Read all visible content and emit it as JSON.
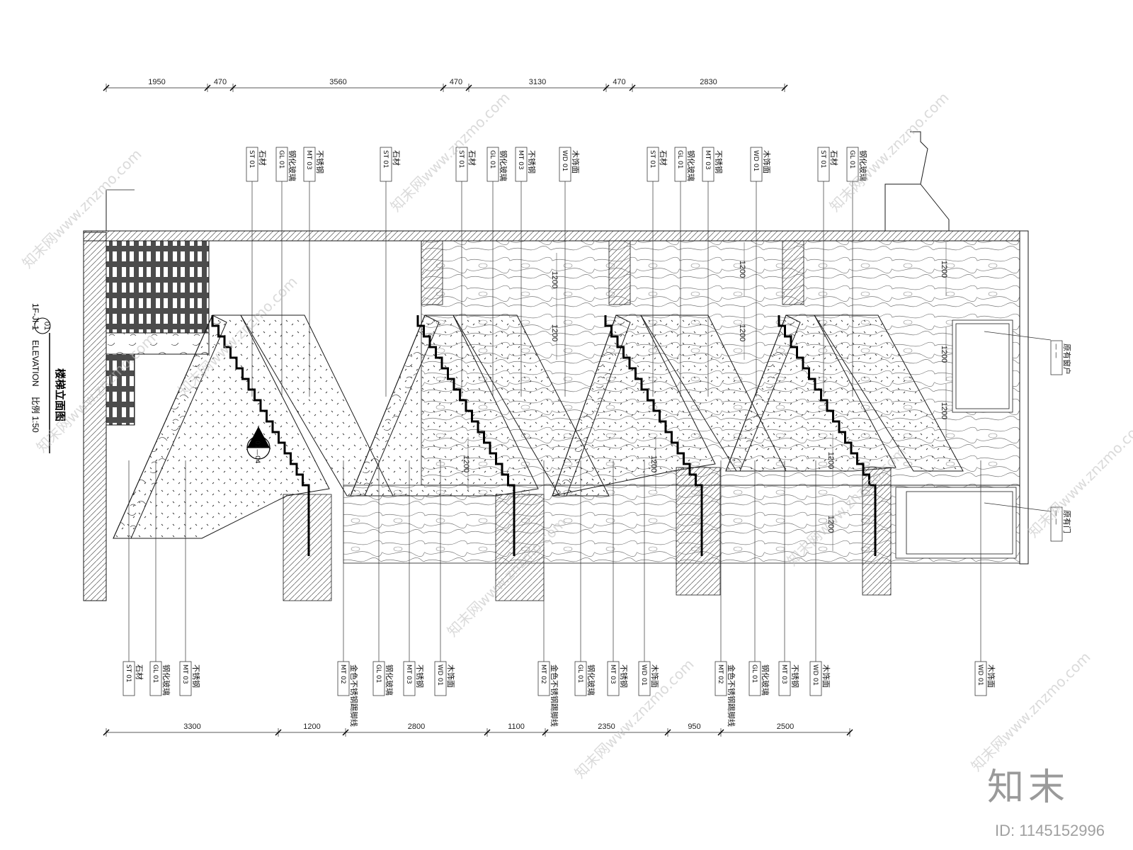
{
  "title": {
    "name": "楼梯立面图",
    "scale": "比例 1:50",
    "drawing_no": "01",
    "ref": "1F-JI-1",
    "subtitle": "ELEVATION"
  },
  "section_mark": {
    "num": "01",
    "ref": "—04"
  },
  "top_dims": [
    "1950",
    "470",
    "3560",
    "470",
    "3130",
    "470",
    "2830"
  ],
  "bottom_dims": [
    "3300",
    "1200",
    "2800",
    "1100",
    "2350",
    "950",
    "2500"
  ],
  "inner_dims": [
    "1200",
    "1200",
    "1200",
    "1200",
    "1200",
    "1200",
    "1200",
    "1200",
    "1200",
    "1200",
    "1200"
  ],
  "top_tags": [
    {
      "codes": [
        "ST 01",
        "GL 01",
        "MT 03"
      ],
      "names": [
        "石材",
        "钢化玻璃",
        "不锈钢"
      ]
    },
    {
      "codes": [
        "ST 01"
      ],
      "names": [
        "石材"
      ]
    },
    {
      "codes": [
        "ST 01",
        "GL 01",
        "MT 03",
        "WD 01"
      ],
      "names": [
        "石材",
        "钢化玻璃",
        "不锈钢",
        "木饰面"
      ]
    },
    {
      "codes": [
        "ST 01",
        "GL 01",
        "MT 03",
        "WD 01"
      ],
      "names": [
        "石材",
        "钢化玻璃",
        "不锈钢",
        "木饰面"
      ]
    },
    {
      "codes": [
        "ST 01",
        "GL 01"
      ],
      "names": [
        "石材",
        "钢化玻璃"
      ]
    }
  ],
  "bottom_tags": [
    {
      "codes": [
        "ST 01",
        "GL 01",
        "MT 03"
      ],
      "names": [
        "石材",
        "钢化玻璃",
        "不锈钢"
      ]
    },
    {
      "codes": [
        "MT 02",
        "GL 01",
        "MT 03",
        "WD 01"
      ],
      "names": [
        "金色不锈钢踢脚线",
        "钢化玻璃",
        "不锈钢",
        "木饰面"
      ]
    },
    {
      "codes": [
        "MT 02",
        "GL 01",
        "MT 03",
        "WD 01"
      ],
      "names": [
        "金色不锈钢踢脚线",
        "钢化玻璃",
        "不锈钢",
        "木饰面"
      ]
    },
    {
      "codes": [
        "MT 02",
        "GL 01",
        "MT 03",
        "WD 01"
      ],
      "names": [
        "金色不锈钢踢脚线",
        "钢化玻璃",
        "不锈钢",
        "木饰面"
      ]
    },
    {
      "codes": [
        "WD 01"
      ],
      "names": [
        "木饰面"
      ]
    }
  ],
  "right_tags": [
    {
      "code": "— —",
      "name": "原有窗户"
    },
    {
      "code": "— —",
      "name": "原有门"
    }
  ],
  "watermark": "知末网www.znzmo.com",
  "brand": "知末",
  "id_text": "ID: 1145152996",
  "colors": {
    "line": "#1a1a1a",
    "fill_brick": "#555555",
    "wood": "#6a6a6a"
  }
}
